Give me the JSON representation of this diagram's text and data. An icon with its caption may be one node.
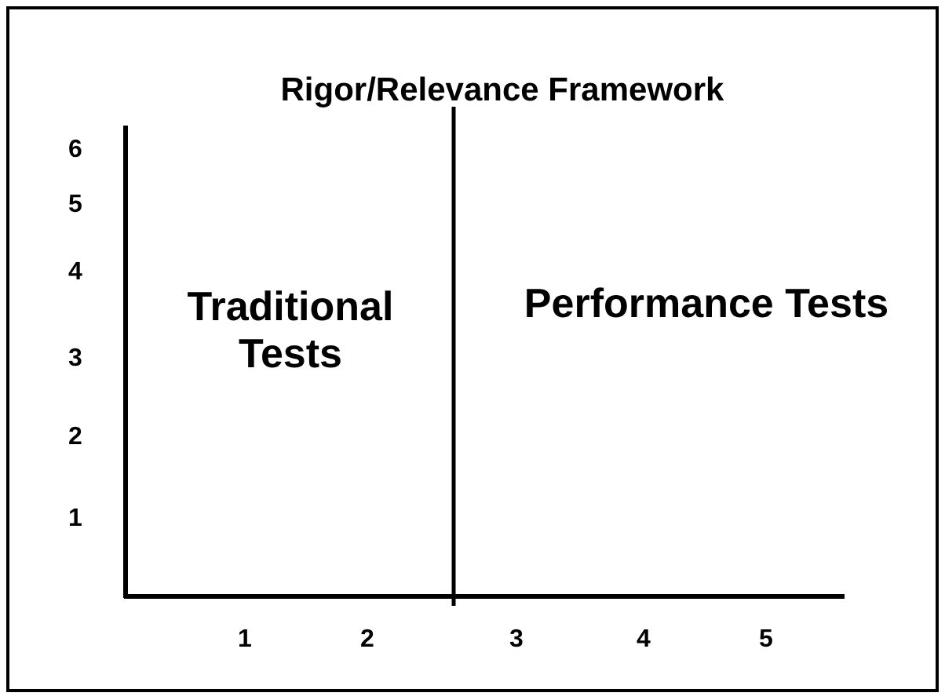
{
  "diagram": {
    "title": "Rigor/Relevance Framework",
    "labels": [
      "6",
      "5",
      "4",
      "3",
      "2",
      "1",
      "Traditional Tests",
      "Performance Tests",
      "1",
      "2",
      "3",
      "4",
      "5"
    ]
  }
}
